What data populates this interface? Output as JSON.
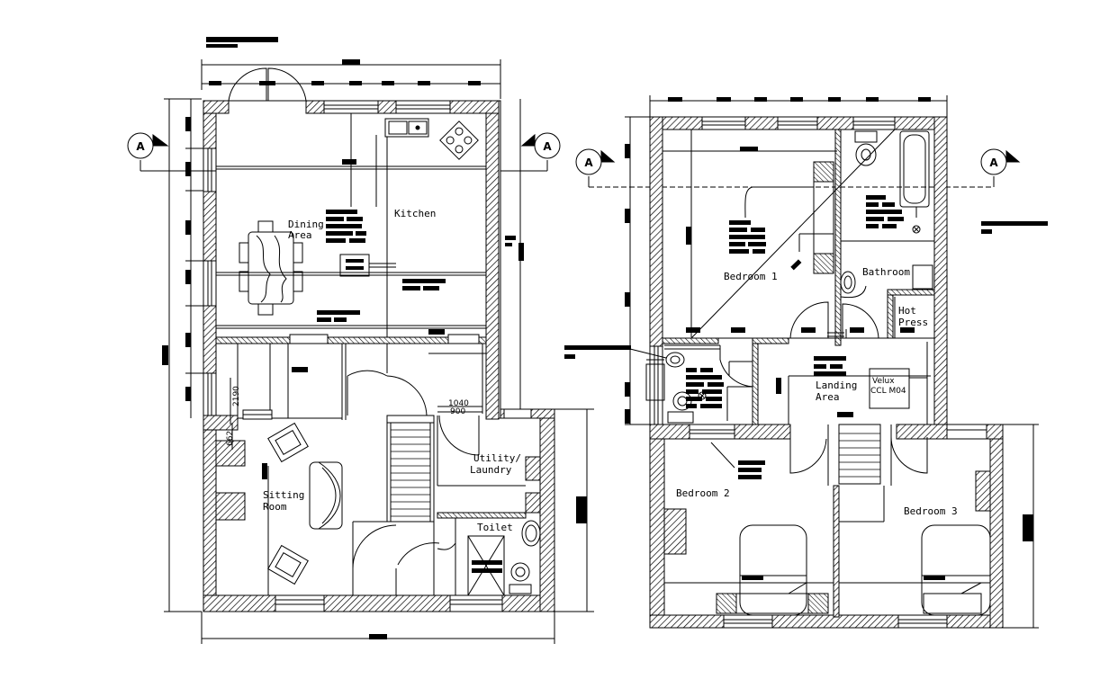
{
  "ground_floor": {
    "rooms": {
      "dining": "Dining\nArea",
      "kitchen": "Kitchen",
      "sitting": "Sitting\nRoom",
      "utility": "Utility/\nLaundry",
      "toilet": "Toilet"
    },
    "dims": {
      "d2190": "2190",
      "d662": "662",
      "d1040": "1040",
      "d900": "900"
    }
  },
  "first_floor": {
    "rooms": {
      "bedroom1": "Bedroom 1",
      "bathroom": "Bathroom",
      "hot_press": "Hot\nPress",
      "landing": "Landing\nArea",
      "bedroom2": "Bedroom 2",
      "bedroom3": "Bedroom 3"
    },
    "velux": "Velux\nCCL M04"
  },
  "section_marker": "A",
  "colors": {
    "ink": "#000000",
    "paper": "#ffffff"
  }
}
